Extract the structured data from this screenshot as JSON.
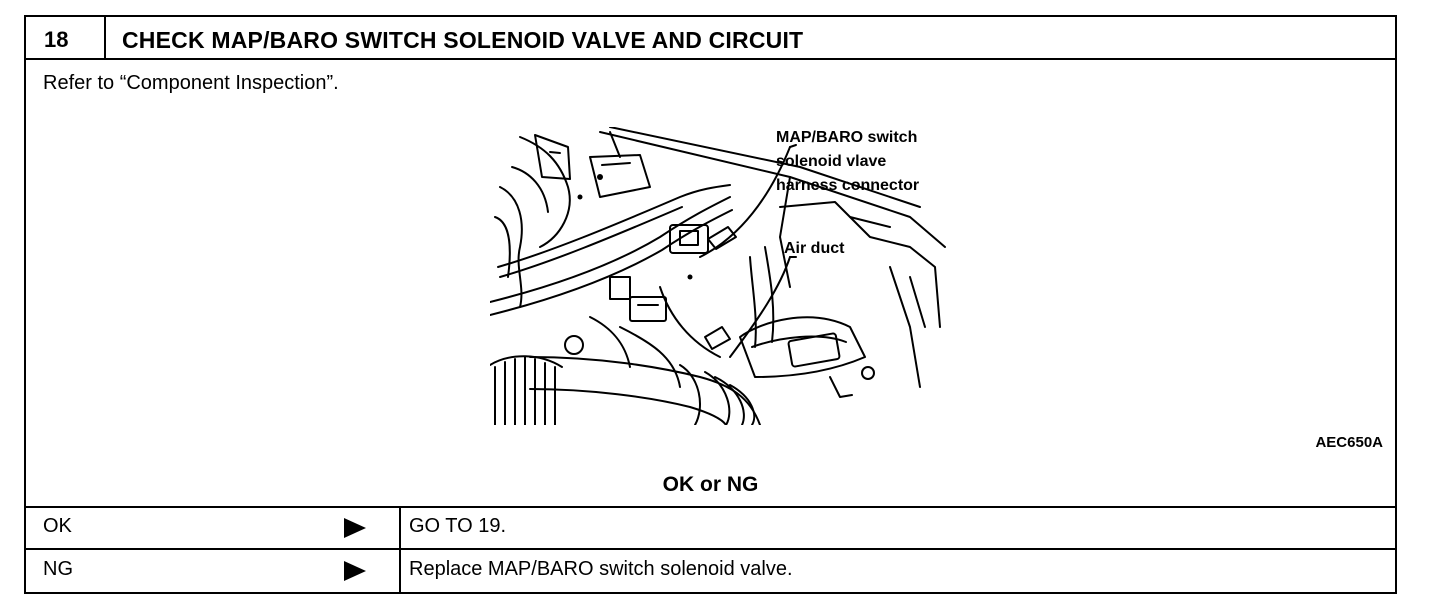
{
  "step": {
    "number": "18",
    "title": "CHECK MAP/BARO SWITCH SOLENOID VALVE AND CIRCUIT"
  },
  "instruction": "Refer to “Component Inspection”.",
  "figure": {
    "callouts": [
      {
        "lines": [
          "MAP/BARO switch",
          "solenoid vlave",
          "harness connector"
        ]
      },
      {
        "lines": [
          "Air duct"
        ]
      }
    ],
    "figure_id": "AEC650A"
  },
  "decision_prompt": "OK or NG",
  "results": [
    {
      "label": "OK",
      "arrow_icon": "right-triangle-arrow",
      "action": "GO TO 19."
    },
    {
      "label": "NG",
      "arrow_icon": "right-triangle-arrow",
      "action": "Replace MAP/BARO switch solenoid valve."
    }
  ]
}
